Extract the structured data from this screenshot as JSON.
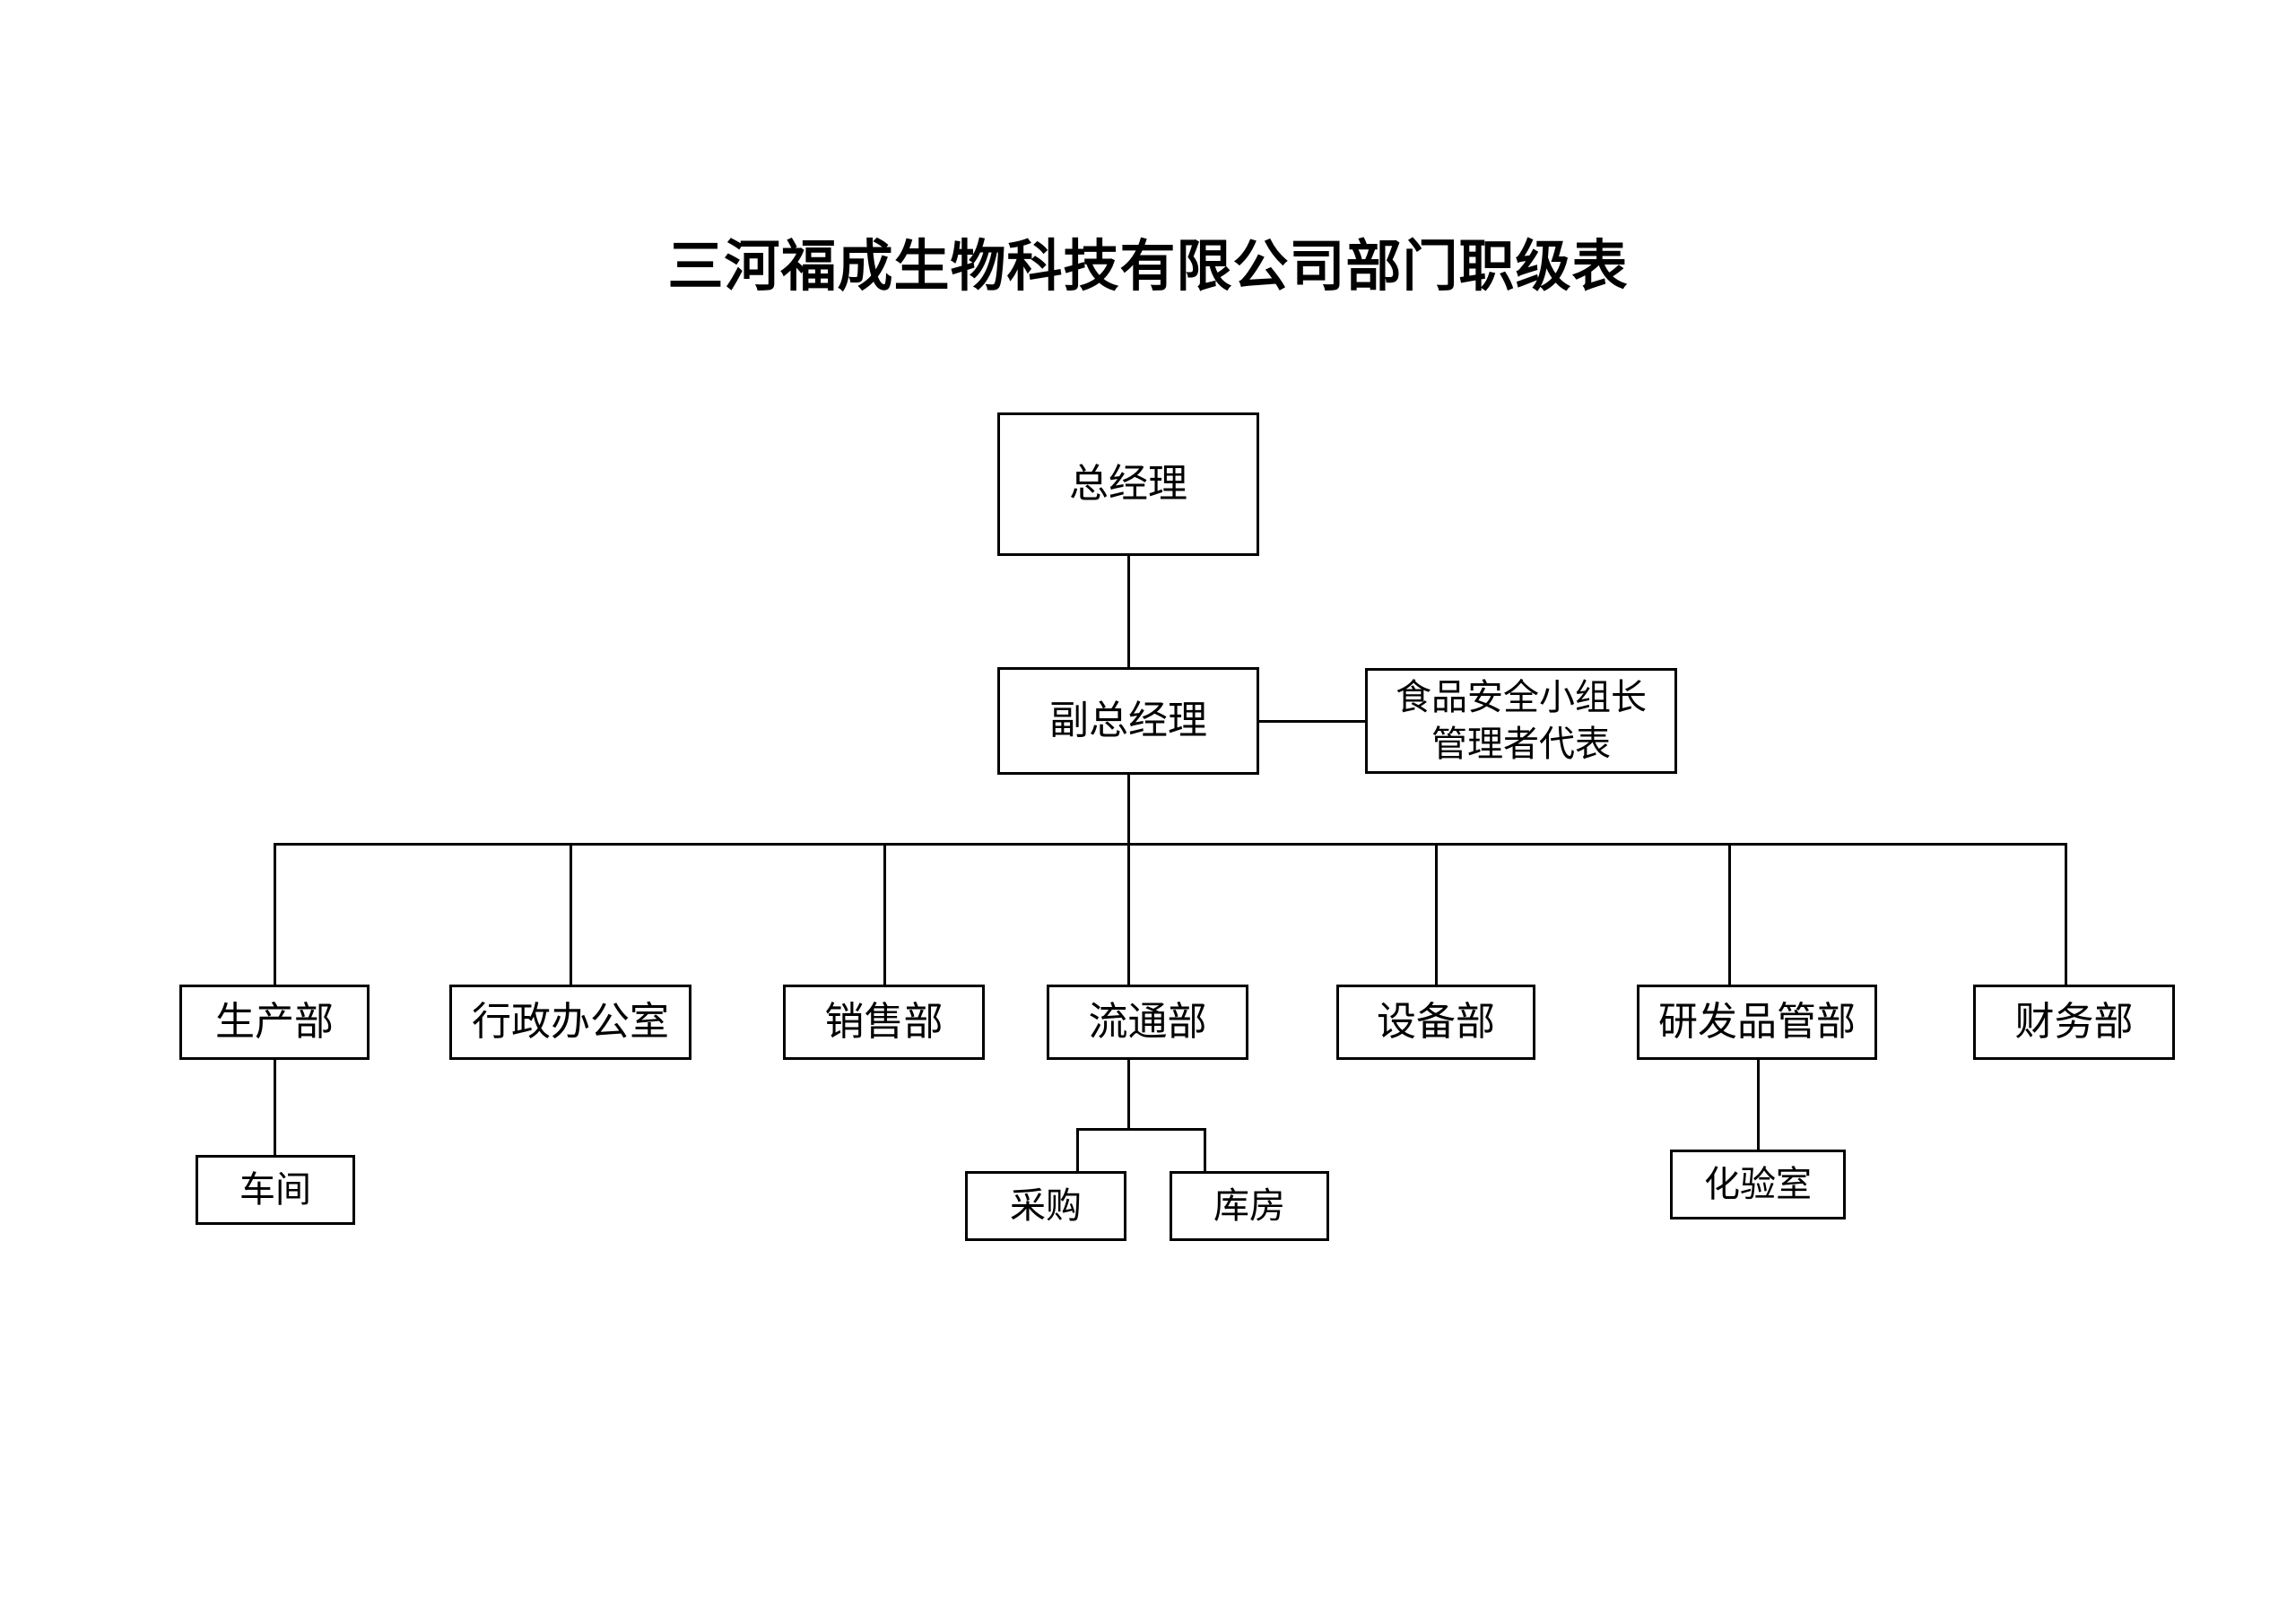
{
  "document": {
    "title": "三河福成生物科技有限公司部门职级表"
  },
  "chart_data": {
    "type": "diagram",
    "diagram_kind": "organization-chart",
    "title": "三河福成生物科技有限公司部门职级表",
    "orientation": "top-down",
    "nodes": [
      {
        "id": "gm",
        "label": "总经理",
        "level": 1
      },
      {
        "id": "dgm",
        "label": "副总经理",
        "level": 2
      },
      {
        "id": "food_rep",
        "label": "食品安全小组长\n管理者代表",
        "level": 2
      },
      {
        "id": "prod",
        "label": "生产部",
        "level": 3
      },
      {
        "id": "admin",
        "label": "行政办公室",
        "level": 3
      },
      {
        "id": "sales",
        "label": "销售部",
        "level": 3
      },
      {
        "id": "distrib",
        "label": "流通部",
        "level": 3
      },
      {
        "id": "equip",
        "label": "设备部",
        "level": 3
      },
      {
        "id": "rdqc",
        "label": "研发品管部",
        "level": 3
      },
      {
        "id": "finance",
        "label": "财务部",
        "level": 3
      },
      {
        "id": "workshop",
        "label": "车间",
        "level": 4
      },
      {
        "id": "purchase",
        "label": "采购",
        "level": 4
      },
      {
        "id": "warehouse",
        "label": "库房",
        "level": 4
      },
      {
        "id": "lab",
        "label": "化验室",
        "level": 4
      }
    ],
    "edges": [
      {
        "from": "gm",
        "to": "dgm"
      },
      {
        "from": "dgm",
        "to": "food_rep"
      },
      {
        "from": "dgm",
        "to": "prod"
      },
      {
        "from": "dgm",
        "to": "admin"
      },
      {
        "from": "dgm",
        "to": "sales"
      },
      {
        "from": "dgm",
        "to": "distrib"
      },
      {
        "from": "dgm",
        "to": "equip"
      },
      {
        "from": "dgm",
        "to": "rdqc"
      },
      {
        "from": "dgm",
        "to": "finance"
      },
      {
        "from": "prod",
        "to": "workshop"
      },
      {
        "from": "distrib",
        "to": "purchase"
      },
      {
        "from": "distrib",
        "to": "warehouse"
      },
      {
        "from": "rdqc",
        "to": "lab"
      }
    ],
    "colors": {
      "background": "#ffffff",
      "box_border": "#000000",
      "box_fill": "#ffffff",
      "text": "#000000",
      "connector": "#000000"
    }
  },
  "nodes": {
    "general_manager": {
      "label": "总经理"
    },
    "deputy_general_manager": {
      "label": "副总经理"
    },
    "food_safety_leader": {
      "label": "食品安全小组长\n管理者代表"
    },
    "production_dept": {
      "label": "生产部"
    },
    "admin_office": {
      "label": "行政办公室"
    },
    "sales_dept": {
      "label": "销售部"
    },
    "distribution_dept": {
      "label": "流通部"
    },
    "equipment_dept": {
      "label": "设备部"
    },
    "rd_quality_dept": {
      "label": "研发品管部"
    },
    "finance_dept": {
      "label": "财务部"
    },
    "workshop": {
      "label": "车间"
    },
    "purchasing": {
      "label": "采购"
    },
    "warehouse": {
      "label": "库房"
    },
    "laboratory": {
      "label": "化验室"
    }
  }
}
